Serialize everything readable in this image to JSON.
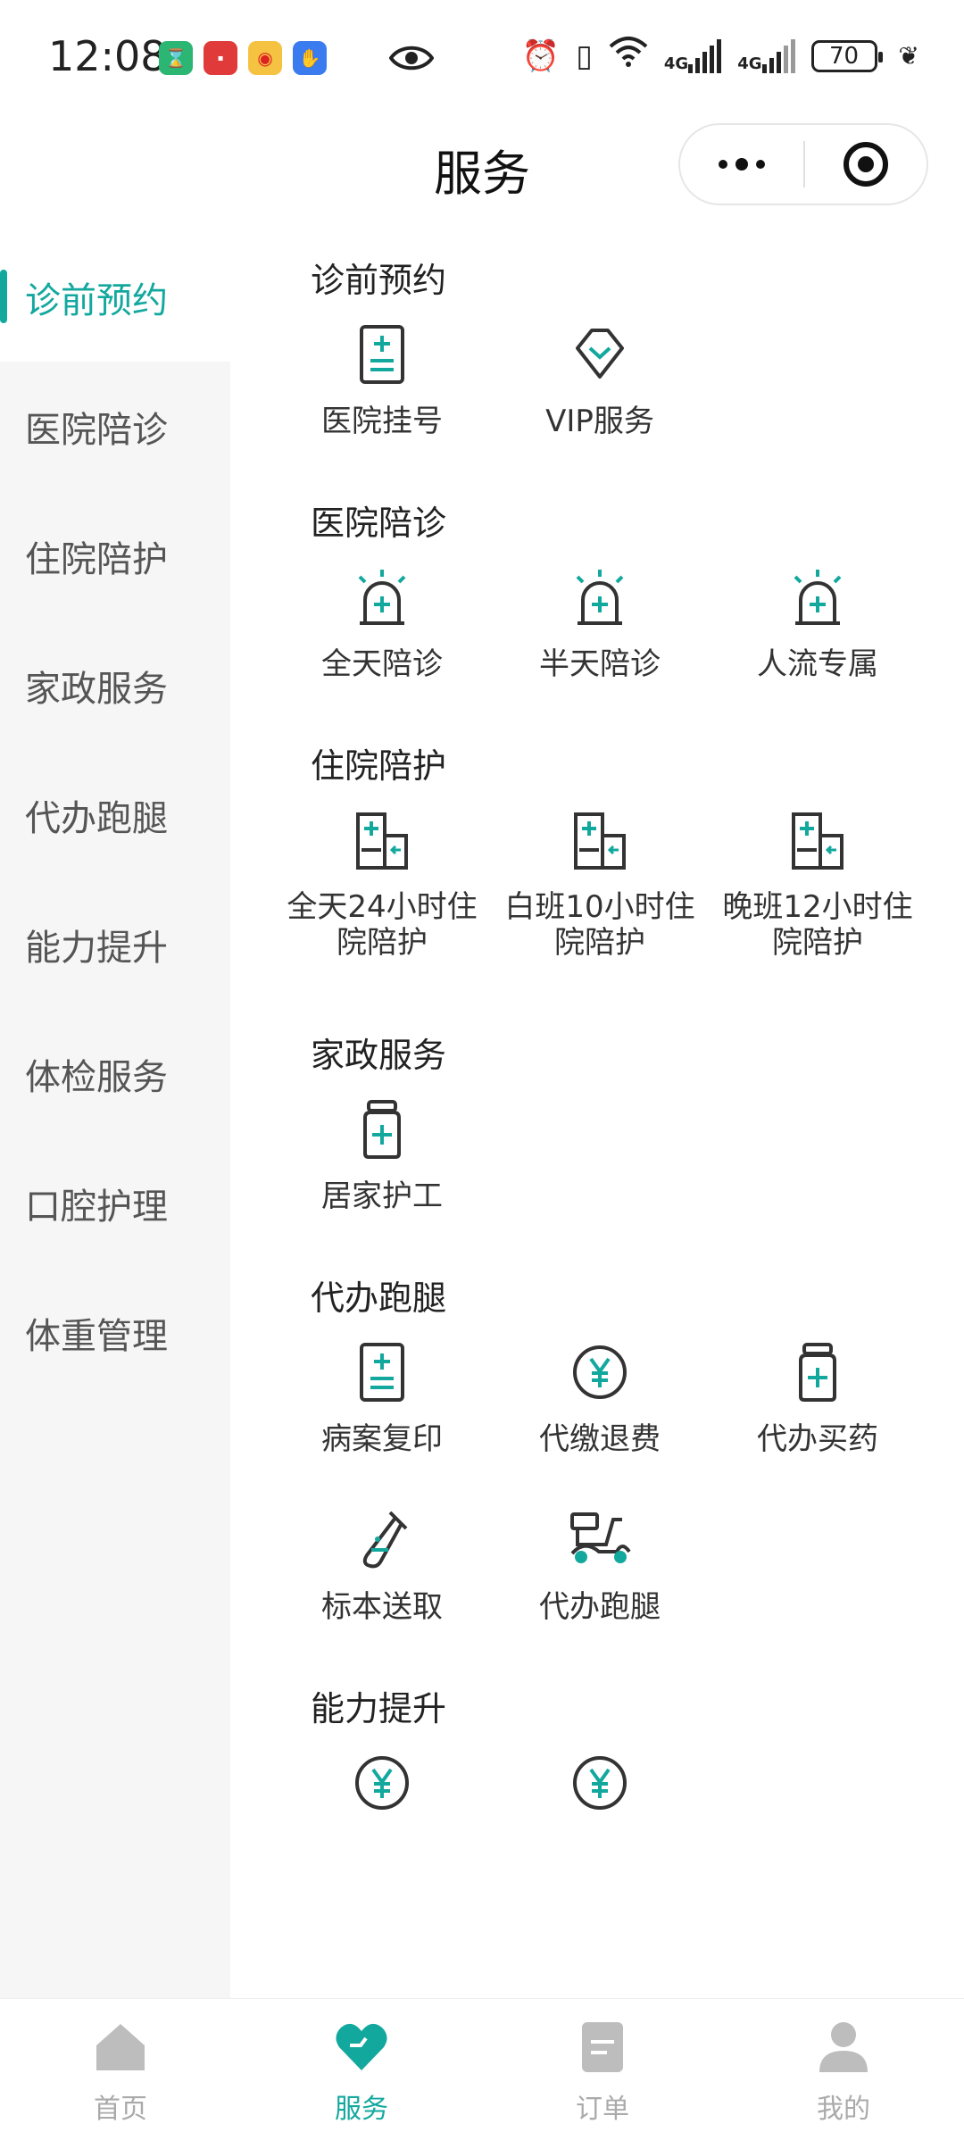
{
  "status_bar": {
    "time": "12:08",
    "battery": "70",
    "network_1": "4G",
    "network_2": "4G"
  },
  "header": {
    "title": "服务"
  },
  "sidebar": {
    "items": [
      {
        "label": "诊前预约",
        "active": true
      },
      {
        "label": "医院陪诊"
      },
      {
        "label": "住院陪护"
      },
      {
        "label": "家政服务"
      },
      {
        "label": "代办跑腿"
      },
      {
        "label": "能力提升"
      },
      {
        "label": "体检服务"
      },
      {
        "label": "口腔护理"
      },
      {
        "label": "体重管理"
      }
    ]
  },
  "sections": [
    {
      "title": "诊前预约",
      "items": [
        {
          "label": "医院挂号",
          "icon": "clipboard-plus-icon"
        },
        {
          "label": "VIP服务",
          "icon": "diamond-icon"
        }
      ]
    },
    {
      "title": "医院陪诊",
      "items": [
        {
          "label": "全天陪诊",
          "icon": "siren-icon"
        },
        {
          "label": "半天陪诊",
          "icon": "siren-icon"
        },
        {
          "label": "人流专属",
          "icon": "siren-icon"
        }
      ]
    },
    {
      "title": "住院陪护",
      "items": [
        {
          "label": "全天24小时住院陪护",
          "icon": "hospital-icon"
        },
        {
          "label": "白班10小时住院陪护",
          "icon": "hospital-icon"
        },
        {
          "label": "晚班12小时住院陪护",
          "icon": "hospital-icon"
        }
      ]
    },
    {
      "title": "家政服务",
      "items": [
        {
          "label": "居家护工",
          "icon": "medicine-jar-icon"
        }
      ]
    },
    {
      "title": "代办跑腿",
      "items": [
        {
          "label": "病案复印",
          "icon": "clipboard-plus-icon"
        },
        {
          "label": "代缴退费",
          "icon": "yen-icon"
        },
        {
          "label": "代办买药",
          "icon": "medicine-jar-icon"
        },
        {
          "label": "标本送取",
          "icon": "test-tube-icon"
        },
        {
          "label": "代办跑腿",
          "icon": "scooter-icon"
        }
      ]
    },
    {
      "title": "能力提升",
      "items": [
        {
          "label": "",
          "icon": "yen-icon"
        },
        {
          "label": "",
          "icon": "yen-icon"
        }
      ]
    }
  ],
  "tabbar": {
    "items": [
      {
        "label": "首页",
        "icon": "home-icon"
      },
      {
        "label": "服务",
        "icon": "heart-icon",
        "active": true
      },
      {
        "label": "订单",
        "icon": "order-icon"
      },
      {
        "label": "我的",
        "icon": "profile-icon"
      }
    ]
  },
  "colors": {
    "accent": "#13a89e",
    "icon_dark": "#333333",
    "sidebar_bg": "#f6f6f6",
    "tab_inactive": "#aaaaaa"
  }
}
